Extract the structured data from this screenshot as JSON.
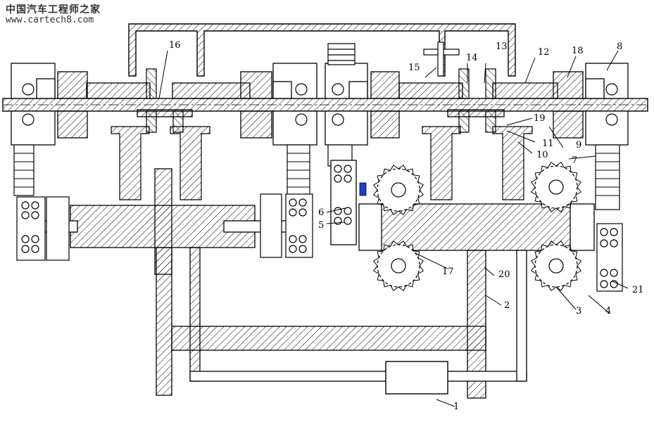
{
  "watermark": {
    "site_name_cn": "中国汽车工程师之家",
    "url": "www.cartech8.com"
  },
  "part_labels": [
    "1",
    "2",
    "3",
    "4",
    "5",
    "6",
    "7",
    "8",
    "9",
    "10",
    "11",
    "12",
    "13",
    "14",
    "15",
    "16",
    "17",
    "18",
    "19",
    "20",
    "21"
  ],
  "colors": {
    "line": "#000000",
    "hatch": "#000000",
    "accent_block": "#1f3fd1",
    "background": "#ffffff"
  }
}
